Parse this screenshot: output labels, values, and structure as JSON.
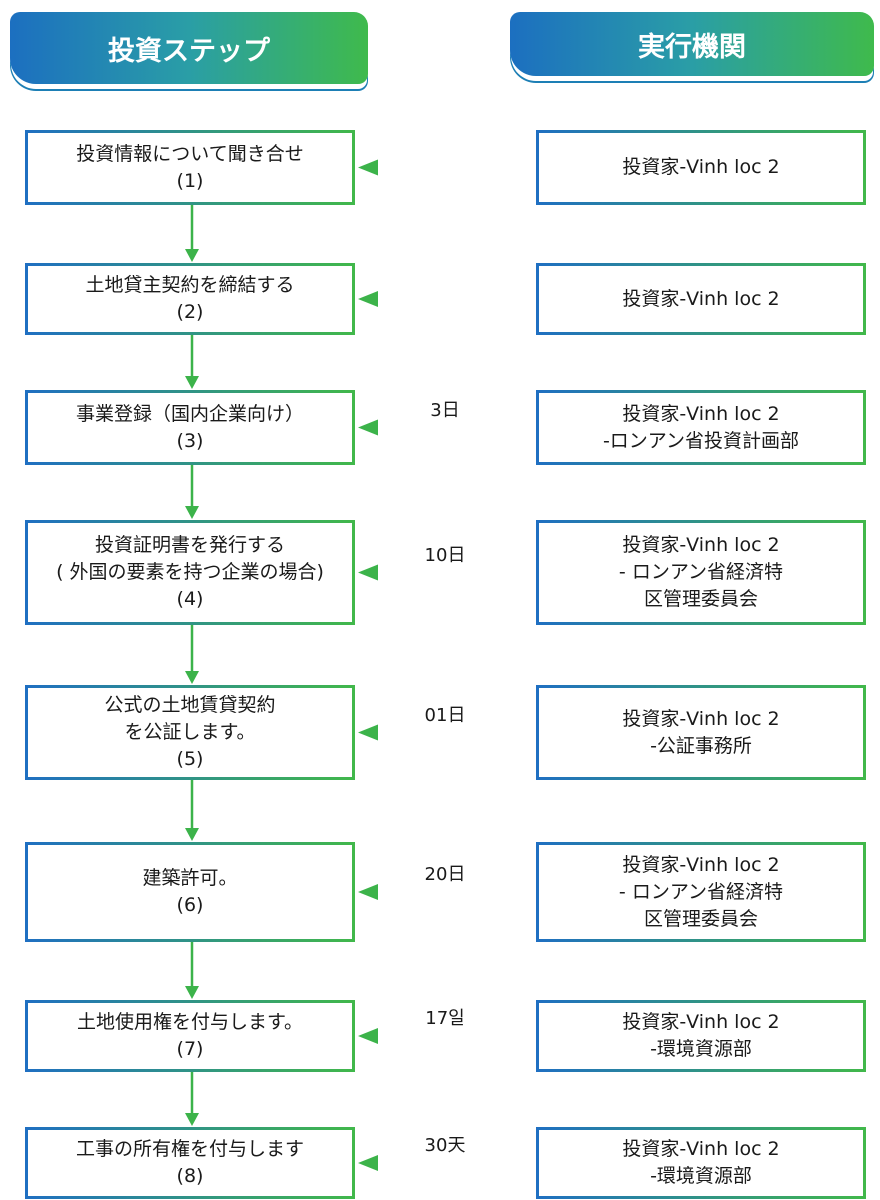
{
  "header": {
    "left_title": "投資ステップ",
    "right_title": "実行機関"
  },
  "steps": [
    {
      "lines": [
        "投資情報について聞き合せ",
        "(1)"
      ],
      "agency": [
        "投資家-Vinh loc 2"
      ],
      "duration": ""
    },
    {
      "lines": [
        "土地貸主契約を締結する",
        "(2)"
      ],
      "agency": [
        "投資家-Vinh loc 2"
      ],
      "duration": ""
    },
    {
      "lines": [
        "事業登録（国内企業向け）",
        "(3)"
      ],
      "agency": [
        "投資家-Vinh loc 2",
        "-ロンアン省投資計画部"
      ],
      "duration": "3日"
    },
    {
      "lines": [
        "投資証明書を発行する",
        "( 外国の要素を持つ企業の場合)",
        "(4)"
      ],
      "agency": [
        "投資家-Vinh loc 2",
        "- ロンアン省経済特",
        "区管理委員会"
      ],
      "duration": "10日"
    },
    {
      "lines": [
        "公式の土地賃貸契約",
        "を公証します。",
        "(5)"
      ],
      "agency": [
        "投資家-Vinh loc 2",
        "-公証事務所"
      ],
      "duration": "01日"
    },
    {
      "lines": [
        "建築許可。",
        "(6)"
      ],
      "agency": [
        "投資家-Vinh loc 2",
        "- ロンアン省経済特",
        "区管理委員会"
      ],
      "duration": "20日"
    },
    {
      "lines": [
        "土地使用権を付与します。",
        "(7)"
      ],
      "agency": [
        "投資家-Vinh loc 2",
        "-環境資源部"
      ],
      "duration": "17일"
    },
    {
      "lines": [
        "工事の所有権を付与します",
        "(8)"
      ],
      "agency": [
        "投資家-Vinh loc 2",
        "-環境資源部"
      ],
      "duration": "30天"
    }
  ],
  "colors": {
    "accent_blue": "#1f6fc2",
    "accent_green": "#41b84a",
    "connector_green": "#3cb34a"
  }
}
